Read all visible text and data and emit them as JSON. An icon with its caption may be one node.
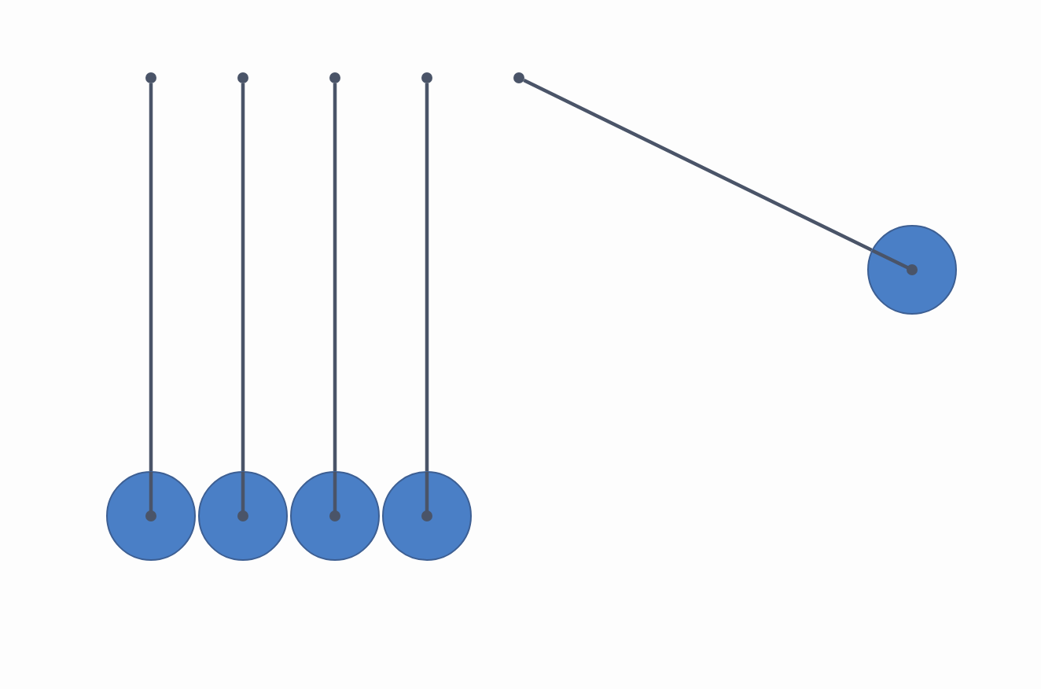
{
  "diagram": {
    "nodes": [
      {
        "text": [],
        "shape": "circle"
      },
      {
        "text": [],
        "shape": "circle"
      },
      {
        "text": [],
        "shape": "circle"
      },
      {
        "text": [],
        "shape": "circle"
      },
      {
        "text": [],
        "shape": "circle"
      },
      {
        "text": [],
        "shape": "circle"
      },
      {
        "text": [],
        "shape": "circle"
      },
      {
        "text": [],
        "shape": "circle"
      },
      {
        "text": [],
        "shape": "circle"
      },
      {
        "text": [],
        "shape": "circle"
      }
    ],
    "edges": [
      {
        "from": 0,
        "to": 5,
        "arrow": "none"
      },
      {
        "from": 1,
        "to": 6,
        "arrow": "none"
      },
      {
        "from": 2,
        "to": 7,
        "arrow": "none"
      },
      {
        "from": 3,
        "to": 8,
        "arrow": "none"
      },
      {
        "from": 4,
        "to": 9,
        "arrow": "none"
      }
    ]
  }
}
